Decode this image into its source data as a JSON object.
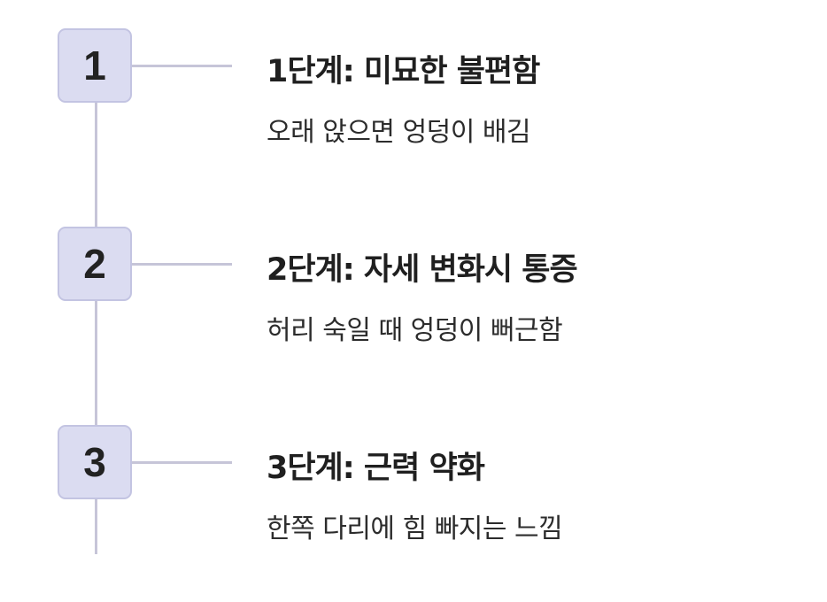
{
  "steps": [
    {
      "number": "1",
      "title": "1단계: 미묘한 불편함",
      "description": "오래 앉으면 엉덩이 배김"
    },
    {
      "number": "2",
      "title": "2단계: 자세 변화시 통증",
      "description": "허리 숙일 때 엉덩이 뻐근함"
    },
    {
      "number": "3",
      "title": "3단계: 근력 약화",
      "description": "한쪽 다리에 힘 빠지는 느낌"
    }
  ],
  "colors": {
    "badge_fill": "#dbdcf1",
    "badge_border": "#c3c4e2",
    "connector": "#c6c5d8",
    "text": "#1f1f1f"
  }
}
